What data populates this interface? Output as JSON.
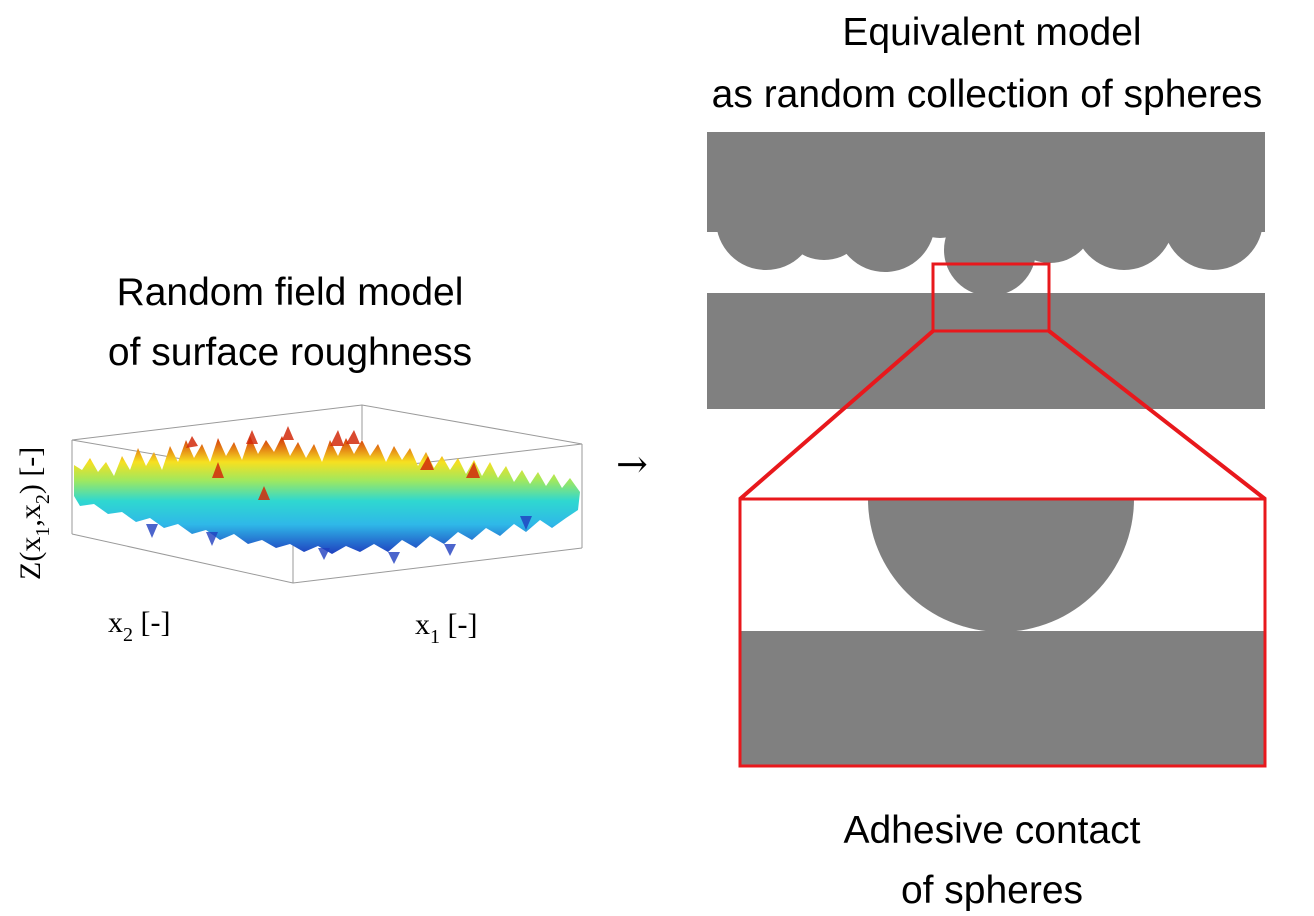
{
  "titles": {
    "equivalent_line1": "Equivalent model",
    "equivalent_line2": "as random collection of spheres",
    "random_line1": "Random field model",
    "random_line2": "of surface roughness",
    "adhesive_line1": "Adhesive contact",
    "adhesive_line2": "of spheres"
  },
  "axes": {
    "x2_base": "x",
    "x2_sub": "2",
    "x2_unit": " [-]",
    "x1_base": "x",
    "x1_sub": "1",
    "x1_unit": " [-]",
    "z_label": "Z(x",
    "z_sub1": "1",
    "z_mid": ",x",
    "z_sub2": "2",
    "z_unit": ") [-]"
  },
  "arrow": "→",
  "colors": {
    "body_gray": "#808080",
    "highlight_red": "#e8181c",
    "surface_low": "#1f3fbf",
    "surface_mid": "#2fd8d0",
    "surface_high": "#f7e020",
    "surface_peak": "#d22a0a"
  }
}
